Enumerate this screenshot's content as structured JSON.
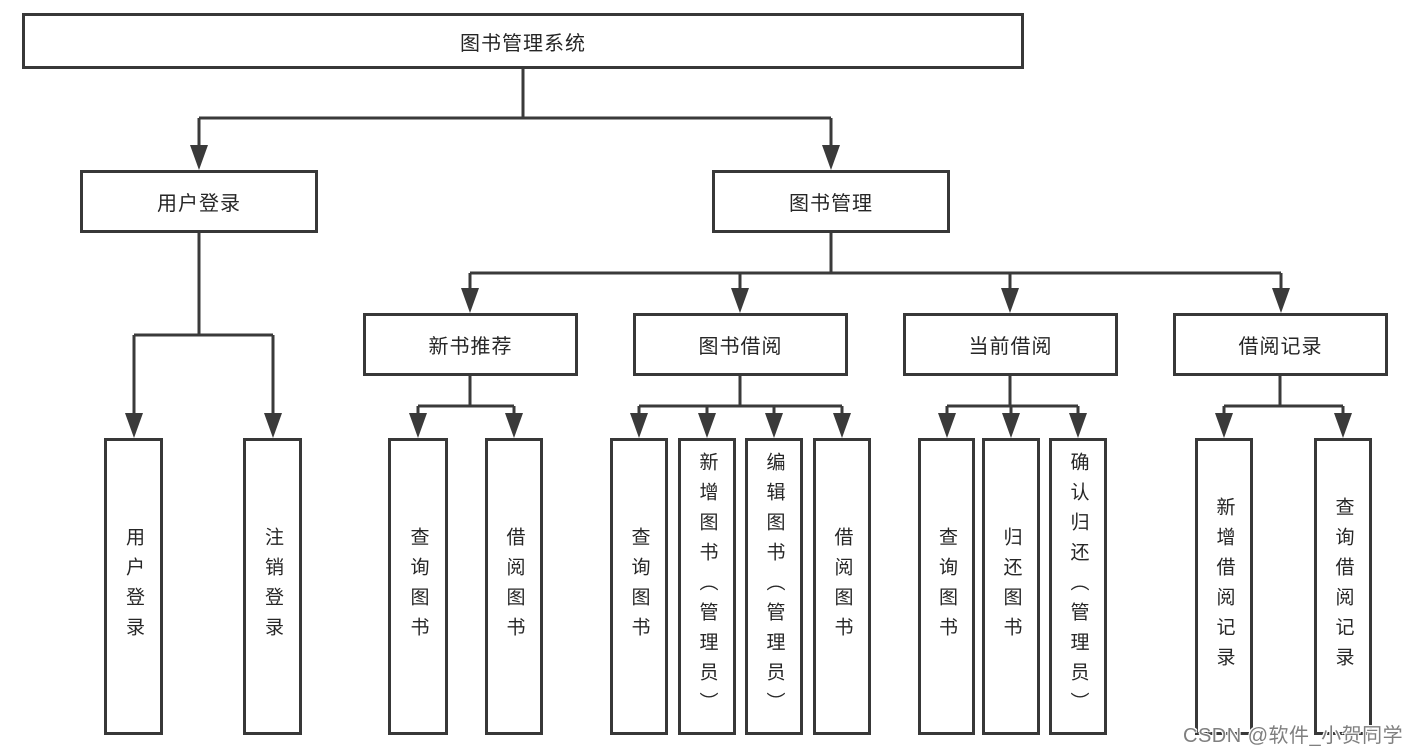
{
  "diagram": {
    "root": {
      "label": "图书管理系统"
    },
    "level2": [
      {
        "label": "用户登录"
      },
      {
        "label": "图书管理"
      }
    ],
    "level3": [
      {
        "label": "新书推荐"
      },
      {
        "label": "图书借阅"
      },
      {
        "label": "当前借阅"
      },
      {
        "label": "借阅记录"
      }
    ],
    "leaves": [
      {
        "label": "用户登录"
      },
      {
        "label": "注销登录"
      },
      {
        "label": "查询图书"
      },
      {
        "label": "借阅图书"
      },
      {
        "label": "查询图书"
      },
      {
        "label": "新增图书（管理员）"
      },
      {
        "label": "编辑图书（管理员）"
      },
      {
        "label": "借阅图书"
      },
      {
        "label": "查询图书"
      },
      {
        "label": "归还图书"
      },
      {
        "label": "确认归还（管理员）"
      },
      {
        "label": "新增借阅记录"
      },
      {
        "label": "查询借阅记录"
      }
    ]
  },
  "watermark": {
    "text": "CSDN @软件_小贺同学"
  },
  "colors": {
    "background": "#ffffff",
    "line": "#3a3a3a",
    "border": "#383838",
    "text": "#262626",
    "watermark": "#7f7f7f"
  }
}
